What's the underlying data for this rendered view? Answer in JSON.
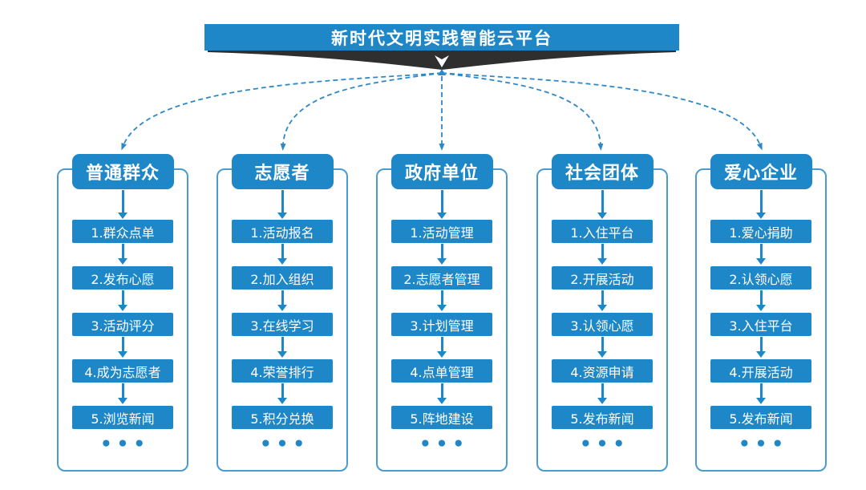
{
  "banner": {
    "title": "新时代文明实践智能云平台"
  },
  "columns": [
    {
      "header": "普通群众",
      "items": [
        "1.群众点单",
        "2.发布心愿",
        "3.活动评分",
        "4.成为志愿者",
        "5.浏览新闻"
      ],
      "ellipsis": "•••"
    },
    {
      "header": "志愿者",
      "items": [
        "1.活动报名",
        "2.加入组织",
        "3.在线学习",
        "4.荣誉排行",
        "5.积分兑换"
      ],
      "ellipsis": "•••"
    },
    {
      "header": "政府单位",
      "items": [
        "1.活动管理",
        "2.志愿者管理",
        "3.计划管理",
        "4.点单管理",
        "5.阵地建设"
      ],
      "ellipsis": "•••"
    },
    {
      "header": "社会团体",
      "items": [
        "1.入住平台",
        "2.开展活动",
        "3.认领心愿",
        "4.资源申请",
        "5.发布新闻"
      ],
      "ellipsis": "•••"
    },
    {
      "header": "爱心企业",
      "items": [
        "1.爱心捐助",
        "2.认领心愿",
        "3.入住平台",
        "4.开展活动",
        "5.发布新闻"
      ],
      "ellipsis": "•••"
    }
  ],
  "colors": {
    "box_blue": "#1E87C8",
    "connector_blue": "#2C88C9",
    "outline_blue": "#4C9BCE",
    "ribbon_dark": "#2F2F2F",
    "text_white": "#FFFFFF"
  }
}
